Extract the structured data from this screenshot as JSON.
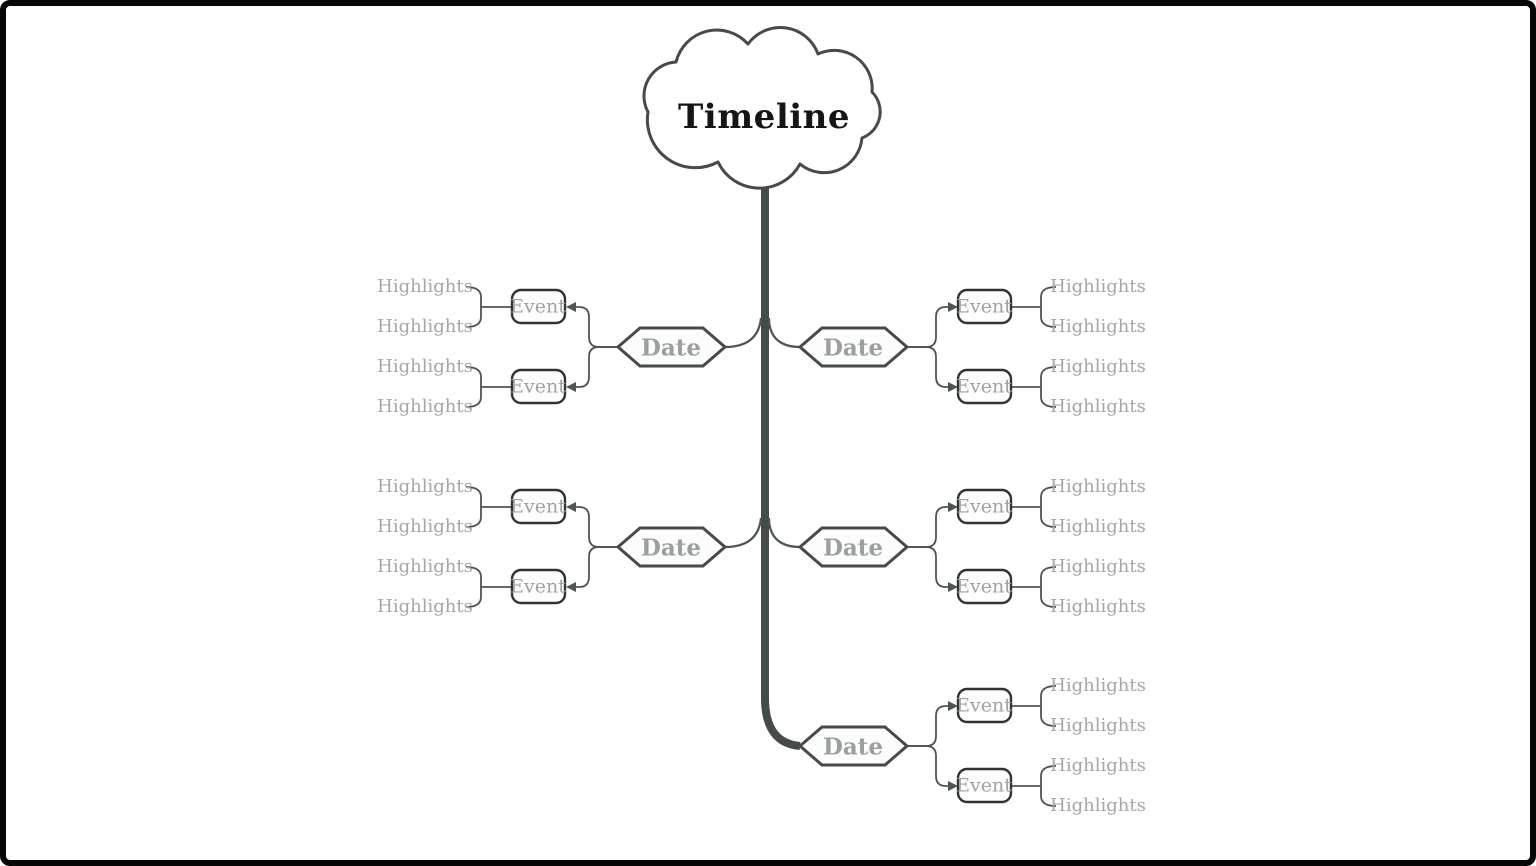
{
  "title": "Timeline",
  "colors": {
    "background": "#ffffff",
    "frame_border": "#060606",
    "trunk_stroke": "#454a4a",
    "node_border": "#2e3333",
    "thin_line": "#4e5454",
    "node_fill": "#fcfcfc",
    "gray_text": "#a2a2a2",
    "title_text": "#161616"
  },
  "branches": [
    {
      "side": "left",
      "row": 1,
      "date": "Date",
      "events": [
        {
          "label": "Event",
          "highlights": [
            "Highlights",
            "Highlights"
          ]
        },
        {
          "label": "Event",
          "highlights": [
            "Highlights",
            "Highlights"
          ]
        }
      ]
    },
    {
      "side": "right",
      "row": 1,
      "date": "Date",
      "events": [
        {
          "label": "Event",
          "highlights": [
            "Highlights",
            "Highlights"
          ]
        },
        {
          "label": "Event",
          "highlights": [
            "Highlights",
            "Highlights"
          ]
        }
      ]
    },
    {
      "side": "left",
      "row": 2,
      "date": "Date",
      "events": [
        {
          "label": "Event",
          "highlights": [
            "Highlights",
            "Highlights"
          ]
        },
        {
          "label": "Event",
          "highlights": [
            "Highlights",
            "Highlights"
          ]
        }
      ]
    },
    {
      "side": "right",
      "row": 2,
      "date": "Date",
      "events": [
        {
          "label": "Event",
          "highlights": [
            "Highlights",
            "Highlights"
          ]
        },
        {
          "label": "Event",
          "highlights": [
            "Highlights",
            "Highlights"
          ]
        }
      ]
    },
    {
      "side": "right",
      "row": 3,
      "date": "Date",
      "events": [
        {
          "label": "Event",
          "highlights": [
            "Highlights",
            "Highlights"
          ]
        },
        {
          "label": "Event",
          "highlights": [
            "Highlights",
            "Highlights"
          ]
        }
      ]
    }
  ]
}
